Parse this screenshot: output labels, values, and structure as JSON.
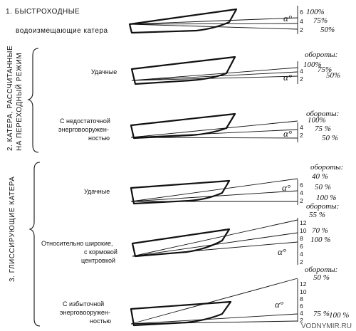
{
  "categories": {
    "cat1": {
      "line1": "1. БЫСТРОХОДНЫЕ",
      "line2": "водоизмещающие  катера"
    },
    "cat2": {
      "line1": "2. КАТЕРА, РАССЧИТАННЫЕ",
      "line2": "НА ПЕРЕХОДНЫЙ РЕЖИМ"
    },
    "cat3": {
      "line1": "3. ГЛИССИРУЮЩИЕ  КАТЕРА"
    }
  },
  "boats": {
    "b2": {
      "label": "Удачные"
    },
    "b3": {
      "line1": "С недостаточной",
      "line2": "энерговооружен-",
      "line3": "ностью"
    },
    "b4": {
      "label": "Удачные"
    },
    "b5": {
      "line1": "Относительно широкие,",
      "line2": "с кормовой",
      "line3": "центровкой"
    },
    "b6": {
      "line1": "С избыточной",
      "line2": "энерговооружен-",
      "line3": "ностью"
    }
  },
  "scales": {
    "alpha": "α°",
    "oboroty": "обороты:",
    "b1": {
      "ticks": [
        "6",
        "4",
        "2"
      ],
      "pcts": [
        "100%",
        "75%",
        "50%"
      ]
    },
    "b2": {
      "ticks": [
        "4",
        "2"
      ],
      "pcts": [
        "100%",
        "75%",
        "50%"
      ]
    },
    "b3": {
      "ticks": [
        "4",
        "2"
      ],
      "pcts": [
        "100%",
        "75 %",
        "50 %"
      ]
    },
    "b4": {
      "ticks": [
        "6",
        "4",
        "2"
      ],
      "pcts": [
        "40 %",
        "50 %",
        "100 %"
      ]
    },
    "b5": {
      "ticks": [
        "12",
        "10",
        "8",
        "6",
        "4",
        "2"
      ],
      "pcts": [
        "55 %",
        "70 %",
        "100 %"
      ]
    },
    "b6": {
      "ticks": [
        "12",
        "10",
        "8",
        "6",
        "4",
        "2"
      ],
      "pcts": [
        "50 %",
        "75 %",
        "100 %"
      ]
    }
  },
  "watermark": "VODNYMIR.RU"
}
